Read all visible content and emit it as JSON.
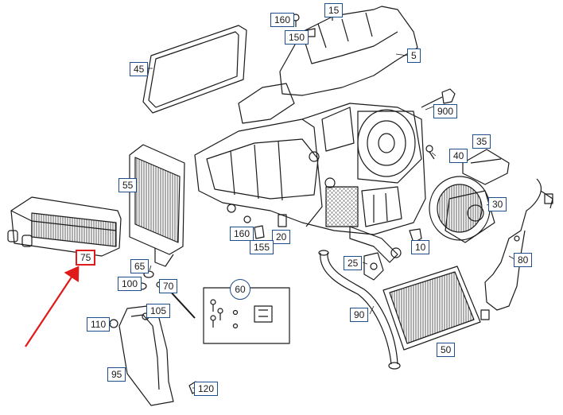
{
  "highlight_color": "#e01a1a",
  "callout_color": "#1f4e8c",
  "parts": {
    "p15": "15",
    "p160a": "160",
    "p150": "150",
    "p5": "5",
    "p45": "45",
    "p900": "900",
    "p35": "35",
    "p40": "40",
    "p55": "55",
    "p30": "30",
    "p80": "80",
    "p160b": "160",
    "p20": "20",
    "p155": "155",
    "p10": "10",
    "p75": "75",
    "p65": "65",
    "p25": "25",
    "p100": "100",
    "p70": "70",
    "p60": "60",
    "p105": "105",
    "p90": "90",
    "p110": "110",
    "p50": "50",
    "p95": "95",
    "p120": "120"
  }
}
